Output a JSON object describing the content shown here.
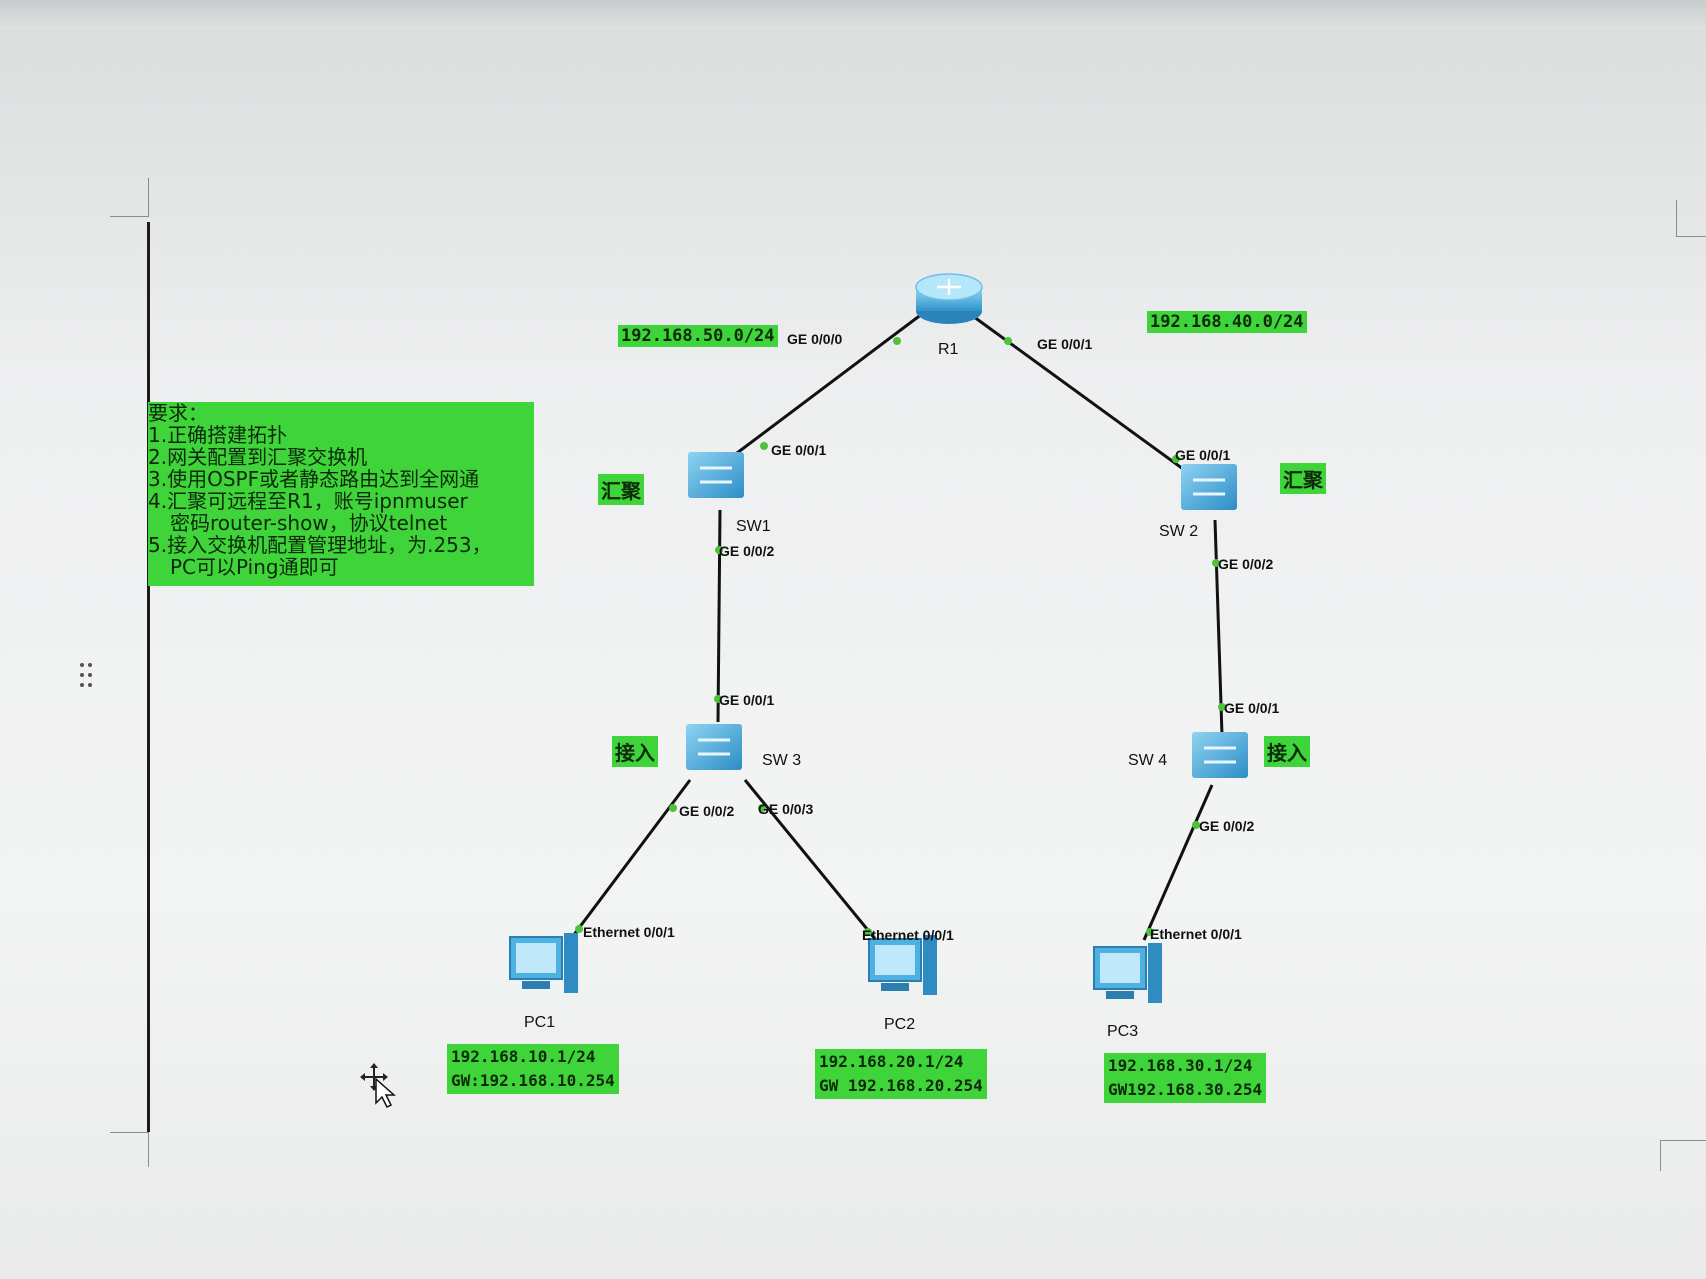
{
  "requirements": {
    "title": "要求：",
    "items": [
      "1.正确搭建拓扑",
      "2.网关配置到汇聚交换机",
      "3.使用OSPF或者静态路由达到全网通",
      "4.汇聚可远程至R1，账号ipnmuser",
      "密码router-show，协议telnet",
      "5.接入交换机配置管理地址，为.253，",
      "PC可以Ping通即可"
    ]
  },
  "networks": {
    "left": "192.168.50.0/24",
    "right": "192.168.40.0/24"
  },
  "roles": {
    "sw1": "汇聚",
    "sw2": "汇聚",
    "sw3": "接入",
    "sw4": "接入"
  },
  "devices": {
    "r1": "R1",
    "sw1": "SW1",
    "sw2": "SW 2",
    "sw3": "SW 3",
    "sw4": "SW 4",
    "pc1": "PC1",
    "pc2": "PC2",
    "pc3": "PC3"
  },
  "ports": {
    "r1_left": "GE 0/0/0",
    "r1_right": "GE 0/0/1",
    "sw1_up": "GE 0/0/1",
    "sw1_down": "GE 0/0/2",
    "sw2_up": "GE 0/0/1",
    "sw2_down": "GE 0/0/2",
    "sw3_up": "GE 0/0/1",
    "sw3_left": "GE 0/0/2",
    "sw3_right": "GE 0/0/3",
    "sw4_up": "GE 0/0/1",
    "sw4_down": "GE 0/0/2",
    "pc1": "Ethernet 0/0/1",
    "pc2": "Ethernet 0/0/1",
    "pc3": "Ethernet 0/0/1"
  },
  "pcs": {
    "pc1": {
      "ip": "192.168.10.1/24",
      "gw": "GW:192.168.10.254"
    },
    "pc2": {
      "ip": "192.168.20.1/24",
      "gw": "GW 192.168.20.254"
    },
    "pc3": {
      "ip": "192.168.30.1/24",
      "gw": "GW192.168.30.254"
    }
  },
  "colors": {
    "label_green": "#3fd43a",
    "device_blue": "#3aa6dc",
    "link": "#111111",
    "port_dot": "#4ec23a"
  }
}
